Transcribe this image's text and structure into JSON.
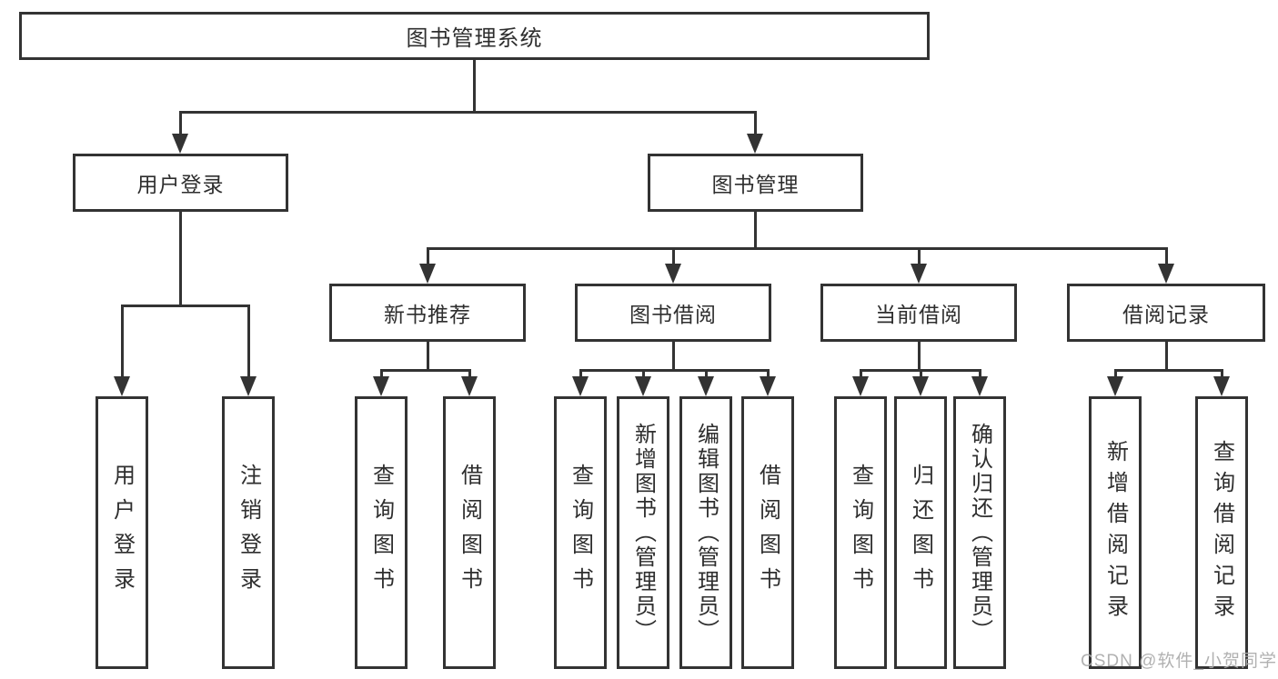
{
  "diagram": {
    "type": "tree",
    "root": "图书管理系统",
    "branches": [
      {
        "label": "用户登录",
        "children": [
          "用户登录",
          "注销登录"
        ]
      },
      {
        "label": "图书管理",
        "groups": [
          {
            "label": "新书推荐",
            "children": [
              "查询图书",
              "借阅图书"
            ]
          },
          {
            "label": "图书借阅",
            "children": [
              "查询图书",
              "新增图书（管理员）",
              "编辑图书（管理员）",
              "借阅图书"
            ]
          },
          {
            "label": "当前借阅",
            "children": [
              "查询图书",
              "归还图书",
              "确认归还（管理员）"
            ]
          },
          {
            "label": "借阅记录",
            "children": [
              "新增借阅记录",
              "查询借阅记录"
            ]
          }
        ]
      }
    ],
    "watermark": "CSDN @软件_小贺同学",
    "colors": {
      "line": "#333333",
      "box_border": "#333333",
      "box_fill": "#ffffff",
      "text": "#2e2e2e",
      "watermark": "#ababab",
      "background": "#ffffff"
    }
  }
}
